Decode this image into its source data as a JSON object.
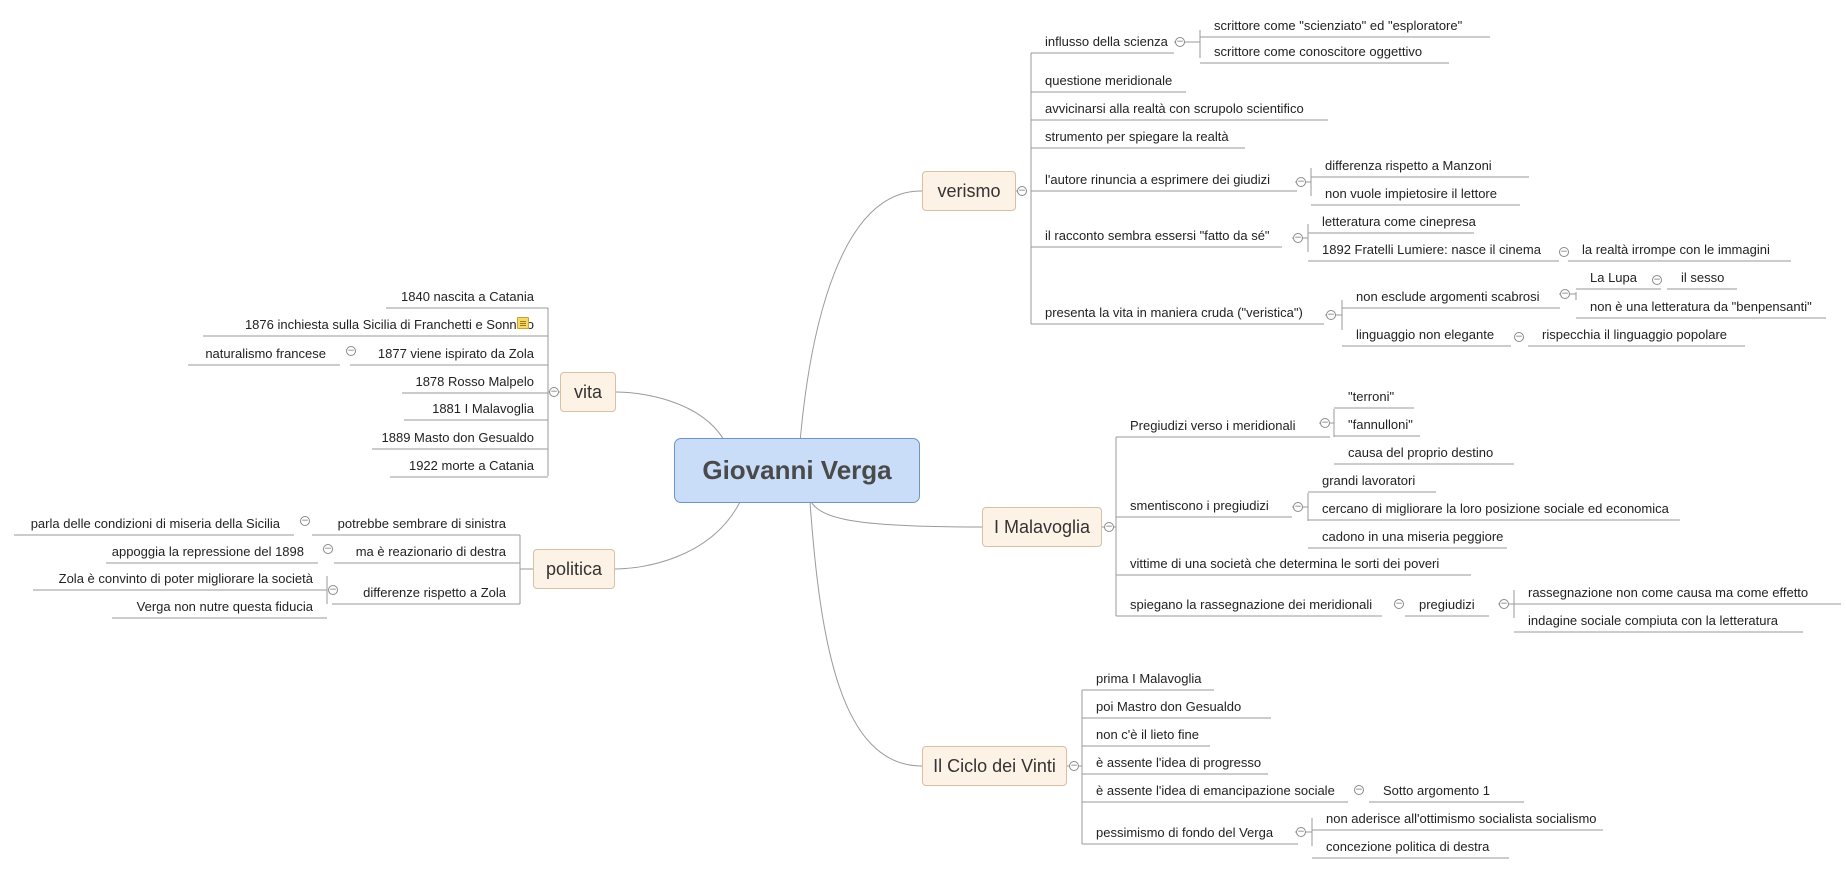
{
  "map": {
    "central": "Giovanni Verga",
    "topics": {
      "verismo": {
        "label": "verismo",
        "children": [
          {
            "label": "influsso della scienza",
            "children": [
              {
                "label": "scrittore come \"scienziato\" ed \"esploratore\""
              },
              {
                "label": "scrittore come conoscitore oggettivo"
              }
            ]
          },
          {
            "label": "questione meridionale"
          },
          {
            "label": "avvicinarsi alla realtà con scrupolo scientifico"
          },
          {
            "label": "strumento per spiegare la realtà"
          },
          {
            "label": "l'autore rinuncia a esprimere dei giudizi",
            "children": [
              {
                "label": "differenza rispetto a Manzoni"
              },
              {
                "label": "non vuole impietosire il lettore"
              }
            ]
          },
          {
            "label": "il racconto sembra essersi \"fatto da sé\"",
            "children": [
              {
                "label": "letteratura come cinepresa"
              },
              {
                "label": "1892 Fratelli Lumiere: nasce il cinema",
                "children": [
                  {
                    "label": "la realtà irrompe con le immagini"
                  }
                ]
              }
            ]
          },
          {
            "label": "presenta la vita in maniera cruda (\"veristica\")",
            "children": [
              {
                "label": "non esclude argomenti scabrosi",
                "children": [
                  {
                    "label": "La Lupa",
                    "children": [
                      {
                        "label": "il sesso"
                      }
                    ]
                  },
                  {
                    "label": "non è una letteratura da \"benpensanti\""
                  }
                ]
              },
              {
                "label": "linguaggio non elegante",
                "children": [
                  {
                    "label": "rispecchia il linguaggio popolare"
                  }
                ]
              }
            ]
          }
        ]
      },
      "malavoglia": {
        "label": "I Malavoglia",
        "children": [
          {
            "label": "Pregiudizi verso i meridionali",
            "children": [
              {
                "label": "\"terroni\""
              },
              {
                "label": "\"fannulloni\""
              },
              {
                "label": "causa del proprio destino"
              }
            ]
          },
          {
            "label": "smentiscono i pregiudizi",
            "children": [
              {
                "label": "grandi lavoratori"
              },
              {
                "label": "cercano di migliorare la loro posizione sociale ed economica"
              },
              {
                "label": "cadono in una miseria peggiore"
              }
            ]
          },
          {
            "label": "vittime di una società che determina le sorti dei poveri"
          },
          {
            "label": "spiegano la rassegnazione dei meridionali",
            "children": [
              {
                "label": "pregiudizi",
                "children": [
                  {
                    "label": "rassegnazione non come causa ma come effetto"
                  },
                  {
                    "label": "indagine sociale compiuta con la letteratura"
                  }
                ]
              }
            ]
          }
        ]
      },
      "ciclo": {
        "label": "Il Ciclo dei Vinti",
        "children": [
          {
            "label": "prima I Malavoglia"
          },
          {
            "label": "poi Mastro don Gesualdo"
          },
          {
            "label": "non c'è il lieto fine"
          },
          {
            "label": "è assente l'idea di progresso"
          },
          {
            "label": "è assente l'idea di emancipazione sociale",
            "children": [
              {
                "label": "Sotto argomento 1"
              }
            ]
          },
          {
            "label": "pessimismo di fondo del Verga",
            "children": [
              {
                "label": "non aderisce all'ottimismo socialista socialismo"
              },
              {
                "label": "concezione politica di destra"
              }
            ]
          }
        ]
      },
      "vita": {
        "label": "vita",
        "children": [
          {
            "label": "1840 nascita a Catania"
          },
          {
            "label": "1876 inchiesta sulla Sicilia di Franchetti e Sonnino",
            "has_note": true
          },
          {
            "label": "1877 viene ispirato da Zola",
            "children": [
              {
                "label": "naturalismo francese"
              }
            ]
          },
          {
            "label": "1878 Rosso Malpelo"
          },
          {
            "label": "1881 I Malavoglia"
          },
          {
            "label": "1889 Masto don Gesualdo"
          },
          {
            "label": "1922 morte a Catania"
          }
        ]
      },
      "politica": {
        "label": "politica",
        "children": [
          {
            "label": "potrebbe sembrare di sinistra",
            "children": [
              {
                "label": "parla delle condizioni di miseria della Sicilia"
              }
            ]
          },
          {
            "label": "ma è reazionario di destra",
            "children": [
              {
                "label": "appoggia la repressione del 1898"
              }
            ]
          },
          {
            "label": "differenze rispetto a Zola",
            "children": [
              {
                "label": "Zola è convinto di poter migliorare la società"
              },
              {
                "label": "Verga non nutre questa fiducia"
              }
            ]
          }
        ]
      }
    }
  },
  "colors": {
    "central_fill": "#c9dcf8",
    "central_border": "#6f93c8",
    "topic_fill": "#fdf2e6",
    "topic_border": "#d9bfa4",
    "line": "#9a9a9a"
  },
  "icons": {
    "collapse": "minus-circle-icon",
    "note": "note-icon"
  }
}
